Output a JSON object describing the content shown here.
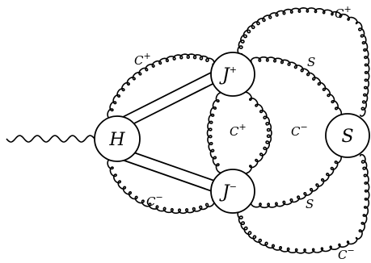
{
  "nodes": {
    "H": {
      "label": "H"
    },
    "Jp": {
      "label": "J",
      "sup": "+"
    },
    "Jm": {
      "label": "J",
      "sup": "−"
    },
    "S": {
      "label": "S"
    }
  },
  "edge_labels": {
    "cp_left": {
      "label": "C",
      "sup": "+"
    },
    "cm_left": {
      "label": "C",
      "sup": "−"
    },
    "cp_mid": {
      "label": "C",
      "sup": "+"
    },
    "cm_mid": {
      "label": "C",
      "sup": "−"
    },
    "s_top": {
      "label": "S",
      "sup": ""
    },
    "s_bottom": {
      "label": "S",
      "sup": ""
    },
    "cp_outer": {
      "label": "C",
      "sup": "+"
    },
    "cm_outer": {
      "label": "C",
      "sup": "−"
    }
  }
}
